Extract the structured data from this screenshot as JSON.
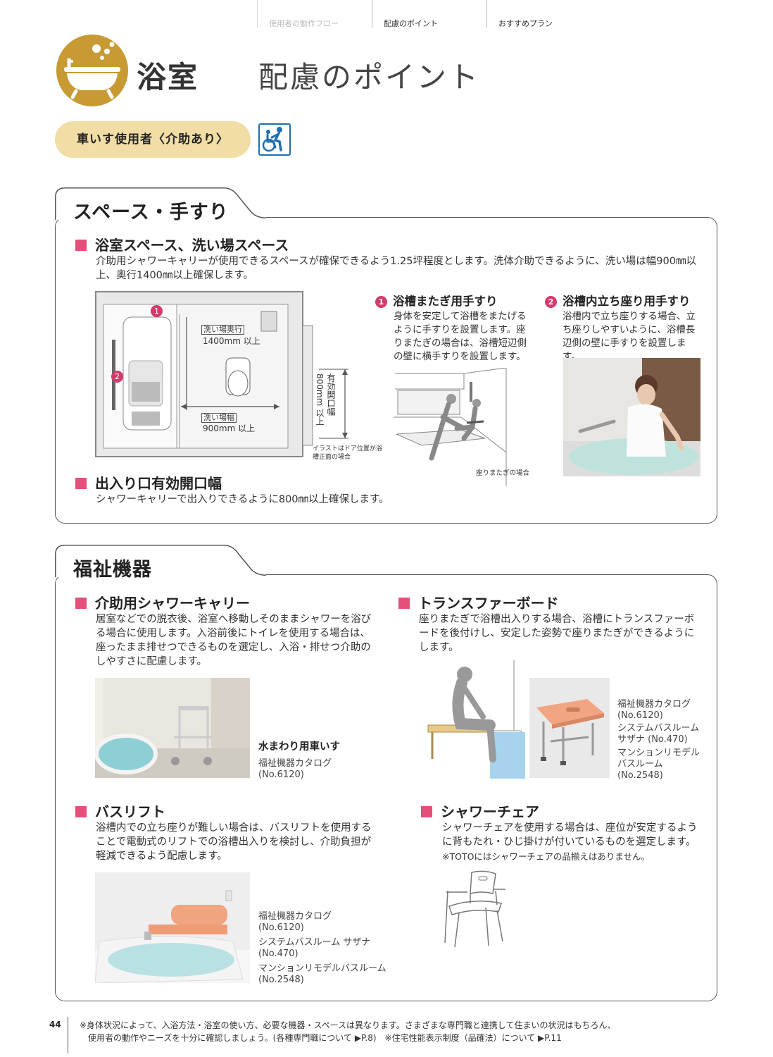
{
  "nav": {
    "tabs": [
      "使用者の動作フロー",
      "配慮のポイント",
      "おすすめプラン"
    ]
  },
  "header": {
    "room": "浴室",
    "title": "配慮のポイント",
    "accent_color": "#c79a33"
  },
  "user_type": {
    "label": "車いす使用者〈介助あり〉",
    "icon": "wheelchair-assisted-icon"
  },
  "space": {
    "title": "スペース・手すり",
    "bath_space": {
      "heading": "浴室スペース、洗い場スペース",
      "text": "介助用シャワーキャリーが使用できるスペースが確保できるよう1.25坪程度とします。洗体介助できるように、洗い場は幅900㎜以上、奥行1400㎜以上確保します。"
    },
    "plan": {
      "depth_label": "洗い場奥行",
      "depth_value": "1400mm 以上",
      "width_label": "洗い場幅",
      "width_value": "900mm 以上",
      "opening_label": "有効開口幅",
      "opening_value": "800mm 以上",
      "note": "イラストはドア位置が浴槽正面の場合",
      "marker1": "1",
      "marker2": "2"
    },
    "rail1": {
      "num": "1",
      "heading": "浴槽またぎ用手すり",
      "text": "身体を安定して浴槽をまたげるように手すりを設置します。座りまたぎの場合は、浴槽短辺側の壁に横手すりを設置します。",
      "caption": "座りまたぎの場合"
    },
    "rail2": {
      "num": "2",
      "heading": "浴槽内立ち座り用手すり",
      "text": "浴槽内で立ち座りする場合、立ち座りしやすいように、浴槽長辺側の壁に手すりを設置します。"
    },
    "entrance": {
      "heading": "出入り口有効開口幅",
      "text": "シャワーキャリーで出入りできるように800㎜以上確保します。"
    }
  },
  "welfare": {
    "title": "福祉機器",
    "shower_carry": {
      "heading": "介助用シャワーキャリー",
      "text": "居室などでの脱衣後、浴室へ移動しそのままシャワーを浴びる場合に使用します。入浴前後にトイレを使用する場合は、座ったまま排せつできるものを選定し、入浴・排せつ介助のしやすさに配慮します。",
      "product_name": "水まわり用車いす",
      "caption": "福祉機器カタログ\n(No.6120)"
    },
    "transfer_board": {
      "heading": "トランスファーボード",
      "text": "座りまたぎで浴槽出入りする場合、浴槽にトランスファーボードを後付けし、安定した姿勢で座りまたぎができるようにします。",
      "captions": [
        "福祉機器カタログ\n(No.6120)",
        "システムバスルーム\nサザナ (No.470)",
        "マンションリモデル\nバスルーム\n(No.2548)"
      ]
    },
    "bath_lift": {
      "heading": "バスリフト",
      "text": "浴槽内での立ち座りが難しい場合は、バスリフトを使用することで電動式のリフトでの浴槽出入りを検討し、介助負担が軽減できるよう配慮します。",
      "captions": [
        "福祉機器カタログ\n(No.6120)",
        "システムバスルーム サザナ\n(No.470)",
        "マンションリモデルバスルーム\n(No.2548)"
      ]
    },
    "shower_chair": {
      "heading": "シャワーチェア",
      "text": "シャワーチェアを使用する場合は、座位が安定するように背もたれ・ひじ掛けが付いているものを選定します。",
      "note": "※TOTOにはシャワーチェアの品揃えはありません。"
    }
  },
  "footer": {
    "page": "44",
    "line1": "※身体状況によって、入浴方法・浴室の使い方、必要な機器・スペースは異なります。さまざまな専門職と連携して住まいの状況はもちろん、",
    "line2": "使用者の動作やニーズを十分に確認しましょう。(各種専門職について ▶P.8)　※住宅性能表示制度（品確法）について ▶P.11"
  },
  "colors": {
    "pink": "#e4507a",
    "gold": "#c79a33",
    "pill": "#f1dda5"
  }
}
